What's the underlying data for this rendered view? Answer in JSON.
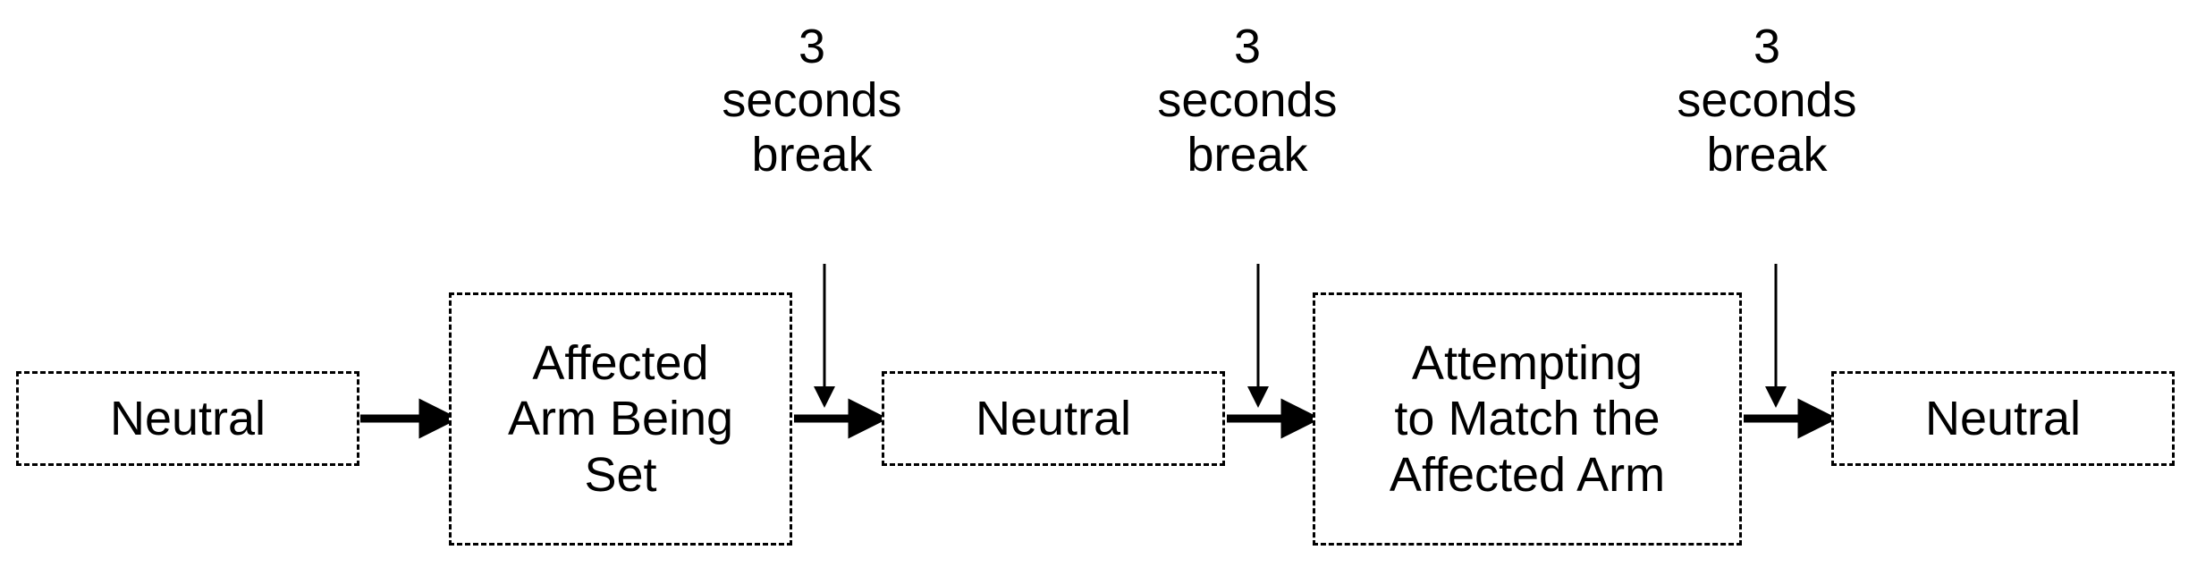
{
  "steps": [
    {
      "label": "Neutral"
    },
    {
      "label": "Affected\nArm Being\nSet"
    },
    {
      "label": "Neutral"
    },
    {
      "label": "Attempting\nto Match the\nAffected Arm"
    },
    {
      "label": "Neutral"
    }
  ],
  "breaks": [
    {
      "label": "3\nseconds\nbreak"
    },
    {
      "label": "3\nseconds\nbreak"
    },
    {
      "label": "3\nseconds\nbreak"
    }
  ],
  "colors": {
    "line": "#000000",
    "background": "#ffffff"
  }
}
